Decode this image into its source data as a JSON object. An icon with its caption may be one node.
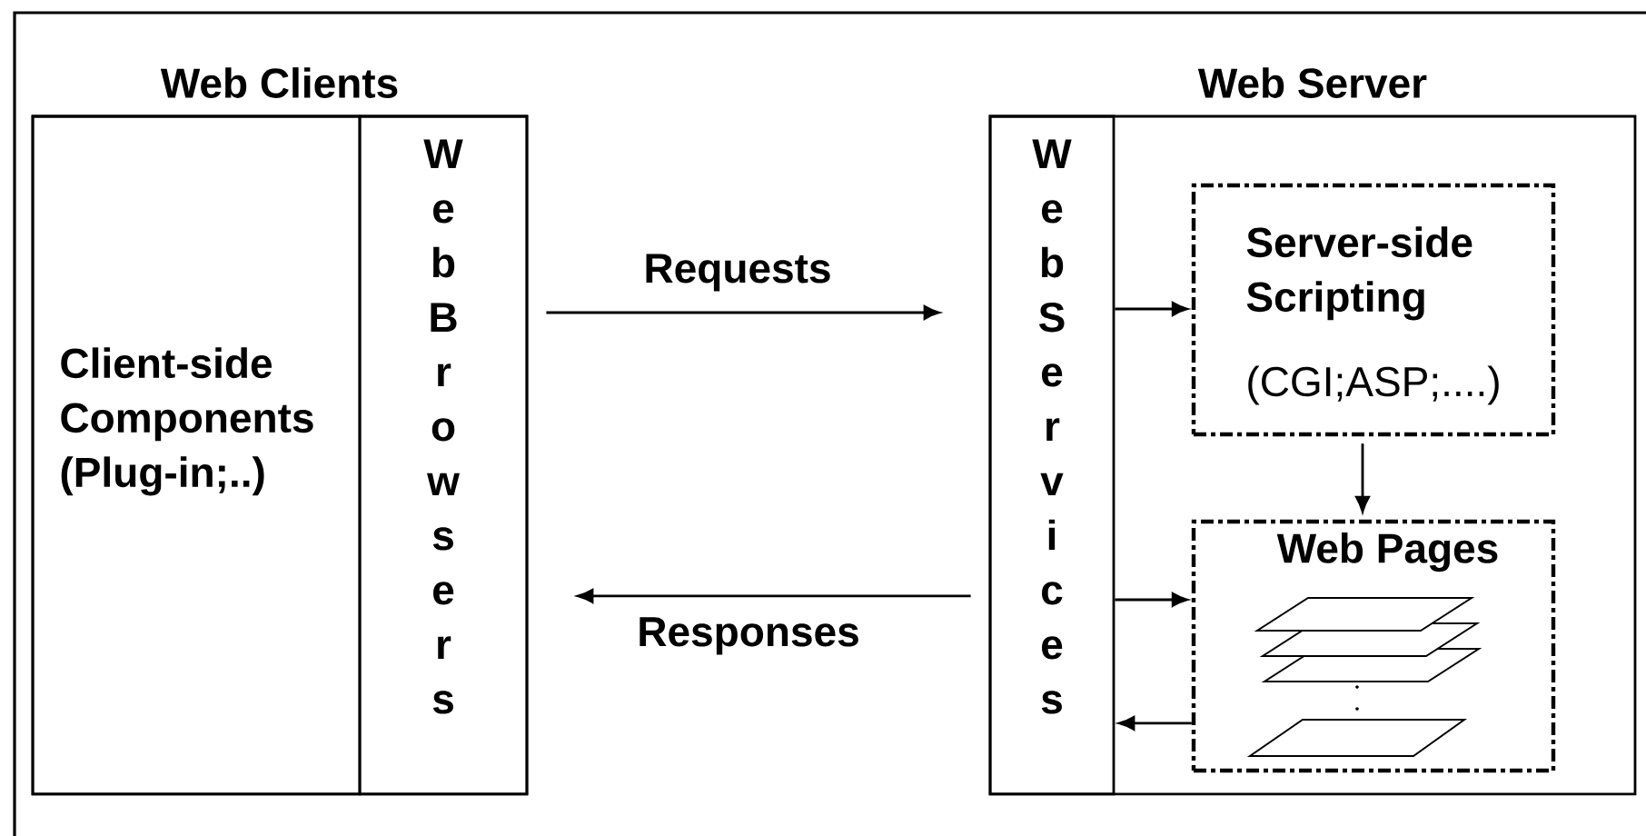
{
  "diagram": {
    "nodes": [
      {
        "text": [
          "Web Clients"
        ]
      },
      {
        "text": [
          "Client-side Components (Plug-in;..)"
        ],
        "in": 0
      },
      {
        "text": [
          "Web Browsers"
        ],
        "in": 0
      },
      {
        "text": [
          "Web Server"
        ]
      },
      {
        "text": [
          "Web Services"
        ],
        "in": 3
      },
      {
        "text": [
          "Server-side Scripting",
          "(CGI;ASP;....)"
        ],
        "in": 3
      },
      {
        "text": [
          "Web Pages"
        ],
        "in": 3
      }
    ],
    "edges": [
      {
        "from": 2,
        "to": 4,
        "arrow": "to",
        "label": "Requests"
      },
      {
        "from": 4,
        "to": 2,
        "arrow": "to",
        "label": "Responses"
      },
      {
        "from": 4,
        "to": 5,
        "arrow": "to"
      },
      {
        "from": 4,
        "to": 6,
        "arrow": "to"
      },
      {
        "from": 5,
        "to": 6,
        "arrow": "to"
      },
      {
        "from": 6,
        "to": 4,
        "arrow": "to"
      }
    ]
  }
}
